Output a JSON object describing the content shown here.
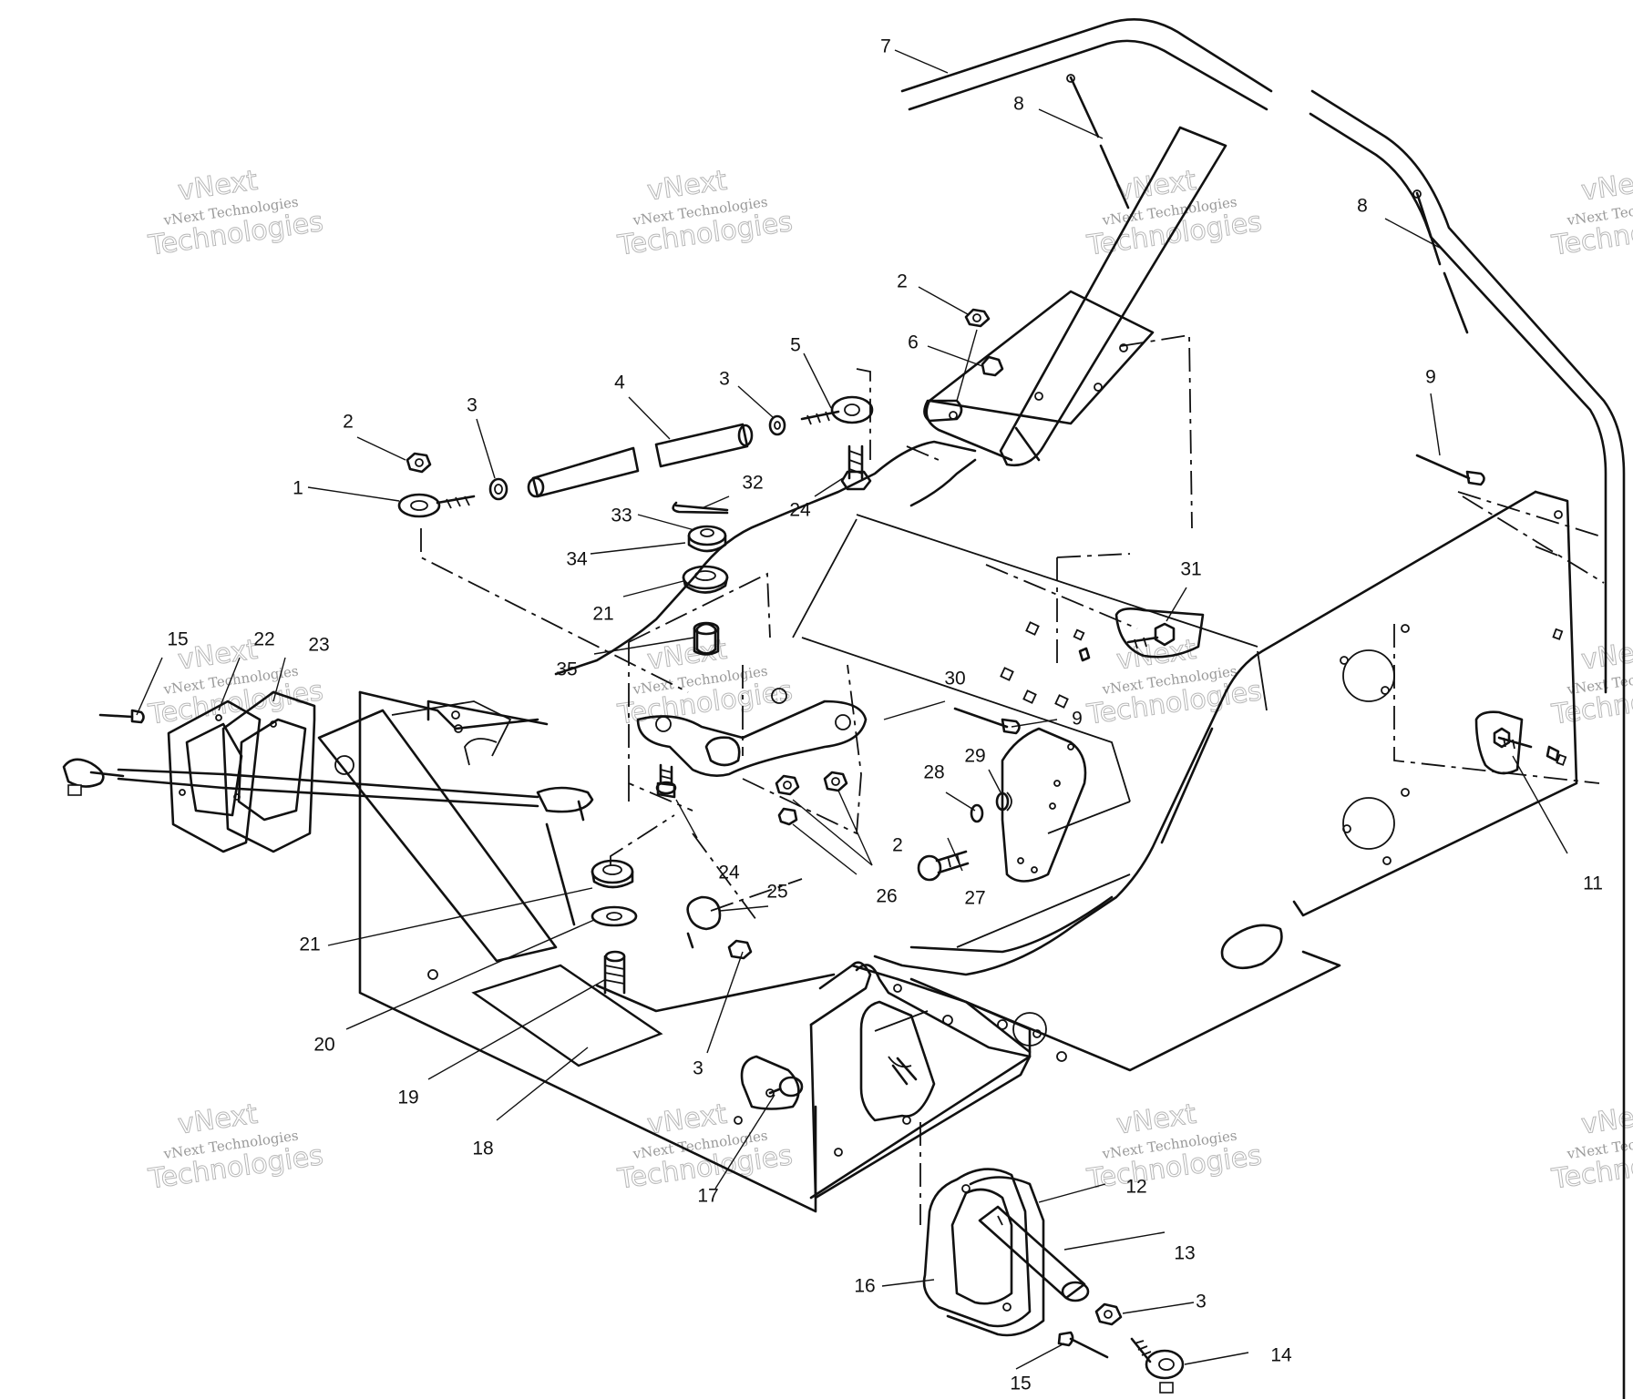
{
  "watermark": {
    "line1": "vNext",
    "line2": "vNext Technologies",
    "line3": "Technologies"
  },
  "callouts": [
    {
      "id": "c7",
      "text": "7"
    },
    {
      "id": "c8a",
      "text": "8"
    },
    {
      "id": "c8b",
      "text": "8"
    },
    {
      "id": "c2a",
      "text": "2"
    },
    {
      "id": "c6",
      "text": "6"
    },
    {
      "id": "c9a",
      "text": "9"
    },
    {
      "id": "c5",
      "text": "5"
    },
    {
      "id": "c3a",
      "text": "3"
    },
    {
      "id": "c4",
      "text": "4"
    },
    {
      "id": "c3b",
      "text": "3"
    },
    {
      "id": "c2b",
      "text": "2"
    },
    {
      "id": "c1",
      "text": "1"
    },
    {
      "id": "c32",
      "text": "32"
    },
    {
      "id": "c33",
      "text": "33"
    },
    {
      "id": "c24a",
      "text": "24"
    },
    {
      "id": "c34",
      "text": "34"
    },
    {
      "id": "c31",
      "text": "31"
    },
    {
      "id": "c21a",
      "text": "21"
    },
    {
      "id": "c15a",
      "text": "15"
    },
    {
      "id": "c22",
      "text": "22"
    },
    {
      "id": "c23",
      "text": "23"
    },
    {
      "id": "c35",
      "text": "35"
    },
    {
      "id": "c30",
      "text": "30"
    },
    {
      "id": "c9b",
      "text": "9"
    },
    {
      "id": "c28",
      "text": "28"
    },
    {
      "id": "c29",
      "text": "29"
    },
    {
      "id": "c2c",
      "text": "2"
    },
    {
      "id": "c24b",
      "text": "24"
    },
    {
      "id": "c27",
      "text": "27"
    },
    {
      "id": "c25",
      "text": "25"
    },
    {
      "id": "c26",
      "text": "26"
    },
    {
      "id": "c11",
      "text": "11"
    },
    {
      "id": "c21b",
      "text": "21"
    },
    {
      "id": "c20",
      "text": "20"
    },
    {
      "id": "c3c",
      "text": "3"
    },
    {
      "id": "c19",
      "text": "19"
    },
    {
      "id": "c18",
      "text": "18"
    },
    {
      "id": "c17",
      "text": "17"
    },
    {
      "id": "c12",
      "text": "12"
    },
    {
      "id": "c13",
      "text": "13"
    },
    {
      "id": "c16",
      "text": "16"
    },
    {
      "id": "c3d",
      "text": "3"
    },
    {
      "id": "c14",
      "text": "14"
    },
    {
      "id": "c15b",
      "text": "15"
    }
  ]
}
